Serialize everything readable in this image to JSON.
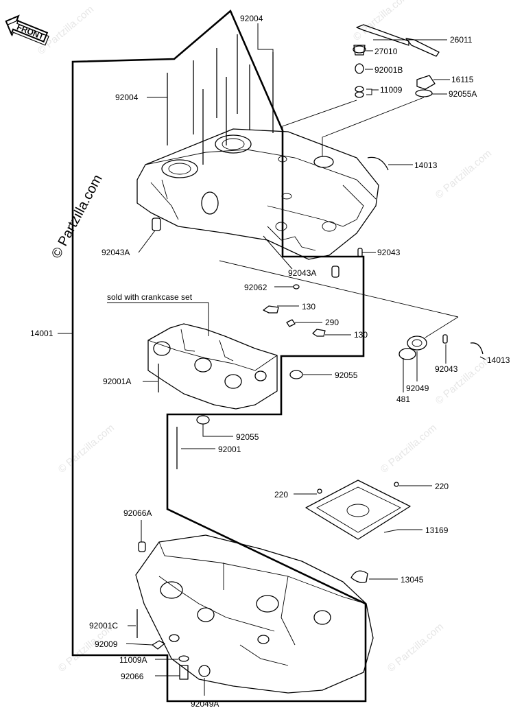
{
  "front_tag": "FRONT",
  "watermark_main": "© Partzilla.com",
  "watermark_tile": "© Partzilla.com",
  "note_crankcase": "sold with crankcase set",
  "labels": {
    "p92004_top": "92004",
    "p26011": "26011",
    "p27010": "27010",
    "p92001B": "92001B",
    "p16115": "16115",
    "p11009": "11009",
    "p92055A": "92055A",
    "p92004_left": "92004",
    "p14013_top": "14013",
    "p92043A_left": "92043A",
    "p92043_right": "92043",
    "p92043A_mid": "92043A",
    "p92062": "92062",
    "p130_a": "130",
    "p290": "290",
    "p130_b": "130",
    "p14001": "14001",
    "p92001A": "92001A",
    "p92055_mid": "92055",
    "p481": "481",
    "p92049": "92049",
    "p92043_low": "92043",
    "p14013_low": "14013",
    "p92055_low": "92055",
    "p92001": "92001",
    "p220_left": "220",
    "p220_right": "220",
    "p13169": "13169",
    "p92066A": "92066A",
    "p13045": "13045",
    "p92001C": "92001C",
    "p92009": "92009",
    "p11009A": "11009A",
    "p92066": "92066",
    "p92049A": "92049A"
  }
}
